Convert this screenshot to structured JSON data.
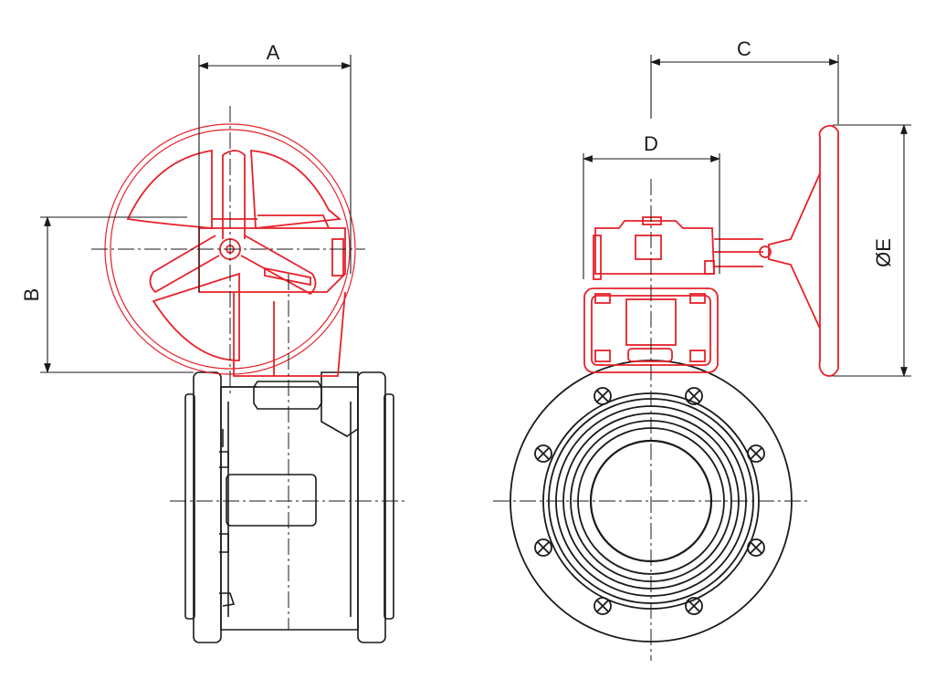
{
  "dimensions": {
    "a": "A",
    "b": "B",
    "c": "C",
    "d": "D",
    "e": "ØE"
  },
  "colors": {
    "actuator": "#e6212a",
    "body": "#1a1a1a",
    "background": "#ffffff"
  }
}
